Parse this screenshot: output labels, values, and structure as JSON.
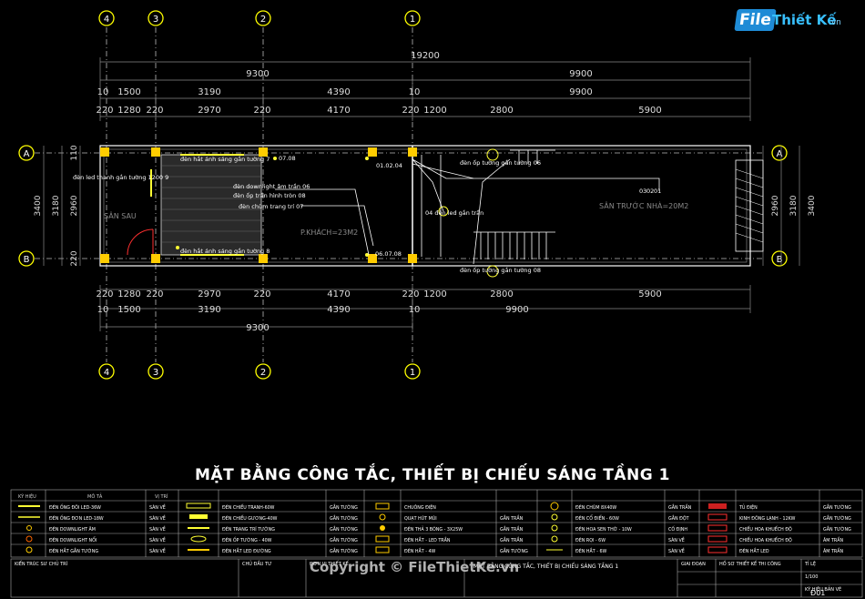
{
  "drawing_title": "MẶT BẰNG CÔNG TẮC, THIẾT BỊ CHIẾU SÁNG TẦNG 1",
  "logo": {
    "part1": "File",
    "part2": "Thiết Kế",
    "part3": ".vn"
  },
  "copyright": "Copyright © FileThietKe.vn",
  "sheet_number": "Đ01",
  "grid_axes": {
    "numbers": [
      "4",
      "3",
      "2",
      "1"
    ],
    "letters": [
      "A",
      "B"
    ]
  },
  "dims_top": {
    "overall": "19200",
    "row1": [
      "9300",
      "9900"
    ],
    "row2": [
      "10",
      "1500",
      "3190",
      "4390",
      "10",
      "9900"
    ],
    "row3": [
      "220",
      "1280",
      "220",
      "2970",
      "220",
      "4170",
      "220",
      "1200",
      "2800",
      "5900"
    ]
  },
  "dims_bottom": {
    "row1": [
      "220",
      "1280",
      "220",
      "2970",
      "220",
      "4170",
      "220",
      "1200",
      "2800",
      "5900"
    ],
    "row2": [
      "10",
      "1500",
      "3190",
      "4390",
      "10",
      "9900"
    ],
    "row3": [
      "9300"
    ]
  },
  "dims_side": {
    "a": "110",
    "b": "2960",
    "c": "3180",
    "d": "3400",
    "e": "220"
  },
  "room_labels": {
    "back_yard": "SÂN SAU",
    "living": "P.KHÁCH=23M2",
    "front_yard": "SÂN TRƯỚC NHÀ=20M2"
  },
  "annotations": {
    "a1": "đèn led thanh gắn tường 1200 9",
    "a2": "đèn hắt ánh sáng gắn tường 7",
    "a3": "đèn downlight âm trần 06",
    "a4": "đèn ốp trần hình tròn 08",
    "a5": "đèn chùm trang trí 07",
    "a6": "đèn hắt ánh sáng gắn tường 8",
    "a7": "đèn ốp tường gắn tường 06",
    "a8": "đèn ốp tường gắn tường 08",
    "a9": "04 đèn led gắn trần",
    "sw1": "07.08",
    "sw2": "01.02.04",
    "sw3": "06.07.08",
    "c1": "01",
    "c2": "02",
    "c3": "03"
  },
  "legend": {
    "headers": [
      "KÝ HIỆU",
      "MÔ TẢ",
      "VỊ TRÍ"
    ],
    "rows": [
      [
        "ĐÈN ỐNG ĐÔI LED-36W",
        "SÀN VỀ",
        "ĐÈN CHIẾU TRANH-60W",
        "GẮN TƯỜNG",
        "CHUÔNG ĐIỆN",
        "",
        "ĐÈN CHÙM 8X40W",
        "GẮN TRẦN",
        "TỦ ĐIỆN",
        "GẮN TƯỜNG"
      ],
      [
        "ĐÈN ỐNG ĐƠN LED-18W",
        "SÀN VỀ",
        "ĐÈN CHIẾU GƯƠNG-40W",
        "GẮN TƯỜNG",
        "QUẠT HÚT MÙI",
        "GẮN TRẦN",
        "ĐÈN CỔ ĐIỂN - 60W",
        "GẮN ĐỘT",
        "KINH ĐÔNG LẠNH - 12KW",
        "GẮN TƯỜNG"
      ],
      [
        "ĐÈN DOWNLIGHT ÂM",
        "SÀN VỀ",
        "ĐÈN TRANG TRÍ TƯỜNG",
        "GẮN TƯỜNG",
        "ĐÈN THẢ 3 BÓNG - 3X25W",
        "GẮN TRẦN",
        "ĐÈN HOA SEN THỜ - 10W",
        "CỐ ĐỊNH",
        "CHIẾU HOA KHUẾCH ĐỘ",
        "GẮN TƯỜNG"
      ],
      [
        "ĐÈN DOWNLIGHT NỔI",
        "SÀN VỀ",
        "ĐÈN ỐP TƯỜNG - 40W",
        "GẮN TƯỜNG",
        "ĐÈN HẮT - LED TRẦN",
        "GẮN TRẦN",
        "ĐÈN RỌI - 6W",
        "SÀN VỀ",
        "CHIẾU HOA KHUẾCH ĐỘ",
        "ÂM TRẦN"
      ],
      [
        "ĐÈN HẮT GẮN TƯỜNG",
        "SÀN VỀ",
        "ĐÈN HẮT LED ĐƯỜNG",
        "GẮN TƯỜNG",
        "ĐÈN HẮT - 4W",
        "GẮN TƯỜNG",
        "ĐÈN HẮT - 6W",
        "SÀN VỀ",
        "ĐÈN HẮT LED",
        "ÂM TRẦN"
      ]
    ]
  },
  "title_block": {
    "f1": "KIẾN TRÚC SƯ CHỦ TRÌ",
    "f2": "CHỦ ĐẦU TƯ",
    "f3": "ĐƠN VỊ THIẾT KẾ",
    "f4": "MẶT BẰNG CÔNG TẮC, THIẾT BỊ CHIẾU SÁNG TẦNG 1",
    "f5": "HỒ SƠ THIẾT KẾ THI CÔNG",
    "f6": "TỈ LỆ",
    "f7": "1/100",
    "f8": "KÝ HIỆU BẢN VẼ",
    "f9": "GIAI ĐOẠN"
  }
}
